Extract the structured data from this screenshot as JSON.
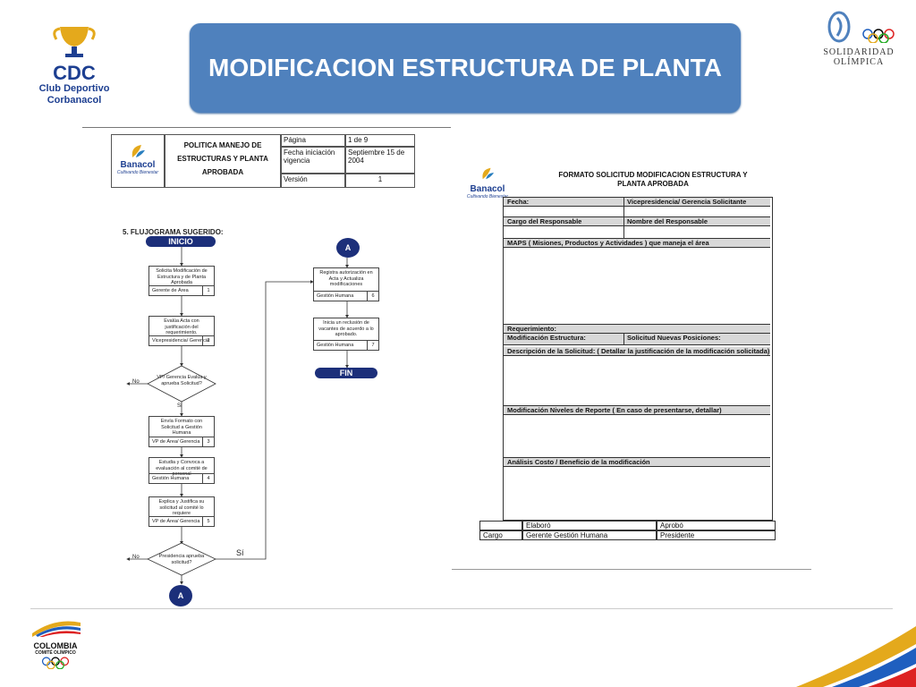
{
  "header": {
    "title": "MODIFICACION ESTRUCTURA DE PLANTA",
    "left_logo": {
      "abbr": "CDC",
      "line1": "Club Deportivo",
      "line2": "Corbanacol"
    },
    "right_logo": {
      "line1": "SOLIDARIDAD",
      "line2": "OLÍMPICA"
    }
  },
  "footer_logo": {
    "line1": "COLOMBIA",
    "line2": "COMITÉ OLÍMPICO"
  },
  "left_doc": {
    "logo": "Banacol",
    "logo_tagline": "Cultivando Bienestar",
    "policy_title": "POLITICA MANEJO DE ESTRUCTURAS Y PLANTA APROBADA",
    "page_label": "Página",
    "page_value": "1 de 9",
    "date_label": "Fecha iniciación vigencia",
    "date_value": "Septiembre 15 de 2004",
    "version_label": "Versión",
    "version_value": "1",
    "section_title": "5. FLUJOGRAMA SUGERIDO:",
    "start": "INICIO",
    "end": "FIN",
    "connector": "A",
    "no": "No",
    "si": "Si",
    "si2": "Sí",
    "steps": [
      {
        "text": "Solicita Modificación de Estructura y de Planta Aprobada",
        "role": "Gerente de Área",
        "num": "1"
      },
      {
        "text": "Evalúa Acta con justificación del requerimiento.",
        "role": "Vicepresidencia/ Gerencia",
        "num": "2"
      },
      {
        "text": "Envía Formato con Solicitud a Gestión Humana",
        "role": "VP de Área/ Gerencia",
        "num": "3"
      },
      {
        "text": "Estudia y Convoca a evaluación al comité de personal",
        "role": "Gestión Humana",
        "num": "4"
      },
      {
        "text": "Explica y Justifica su solicitud al comité lo requiere",
        "role": "VP de Área/ Gerencia",
        "num": "5"
      },
      {
        "text": "Registra autorización en Acta y Actualiza modificaciones",
        "role": "Gestión Humana",
        "num": "6"
      },
      {
        "text": "Inicia un reclusión de vacantes de acuerdo a lo aprobado.",
        "role": "Gestión Humana",
        "num": "7"
      }
    ],
    "decision1": "VP/ Gerencia Evalúa y aprueba Solicitud?",
    "decision2": "Presidencia aprueba solicitud?"
  },
  "right_form": {
    "logo": "Banacol",
    "logo_tagline": "Cultivando Bienestar",
    "title": "FORMATO SOLICITUD MODIFICACION ESTRUCTURA Y PLANTA APROBADA",
    "fecha": "Fecha:",
    "vicepresidencia": "Vicepresidencia/ Gerencia Solicitante",
    "cargo_responsable": "Cargo del Responsable",
    "nombre_responsable": "Nombre del Responsable",
    "maps": "MAPS ( Misiones, Productos y Actividades ) que maneja el área",
    "requerimiento": "Requerimiento:",
    "mod_estructura": "Modificación Estructura:",
    "nuevas_posiciones": "Solicitud Nuevas Posiciones:",
    "descripcion": "Descripción de la Solicitud: ( Detallar la justificación de la modificación solicitada)",
    "niveles": "Modificación Niveles de Reporte ( En caso de presentarse, detallar)",
    "analisis": "Análisis Costo / Beneficio de la modificación",
    "elaboro": "Elaboró",
    "aprobo": "Aprobó",
    "cargo": "Cargo",
    "gerente": "Gerente Gestión Humana",
    "presidente": "Presidente"
  },
  "colors": {
    "accent": "#4f81bd",
    "navy": "#1c2f7a",
    "gold": "#d4a017"
  }
}
